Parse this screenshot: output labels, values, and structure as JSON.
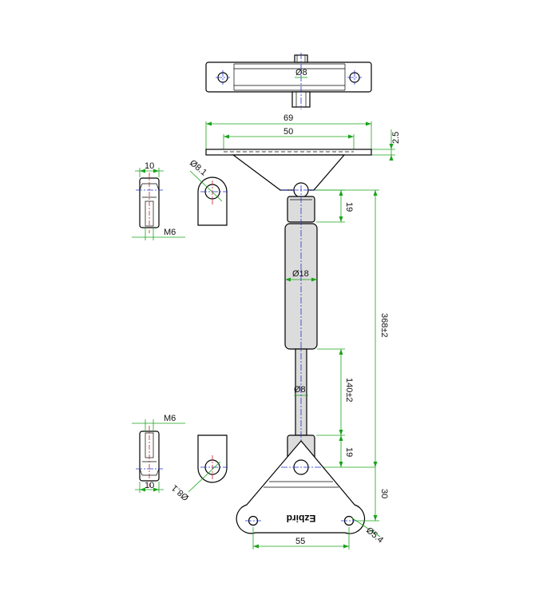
{
  "dimensions": {
    "top_view_bore": "Ø8",
    "bracket_width": "69",
    "bracket_hole_spacing": "50",
    "bracket_thickness": "2.5",
    "upper_eye_length": "19",
    "cylinder_diameter": "Ø18",
    "overall_length": "368±2",
    "stroke": "140±2",
    "rod_diameter": "Ø8",
    "lower_eye_length": "19",
    "mount_height": "30",
    "mount_hole_diameter": "Ø5.4",
    "mount_hole_spacing": "55",
    "eye_width_top": "10",
    "eye_thread_top": "M6",
    "eye_bore_top": "Ø8.1",
    "eye_width_bottom": "10",
    "eye_thread_bottom": "M6",
    "eye_bore_bottom": "Ø8.1"
  },
  "logo_text": "Ezbird",
  "colors": {
    "outline": "#000000",
    "dimension": "#1aa31a",
    "centerline": "#2233cc",
    "centerline_red": "#cc2222",
    "body_fill": "#dcdcdc"
  }
}
